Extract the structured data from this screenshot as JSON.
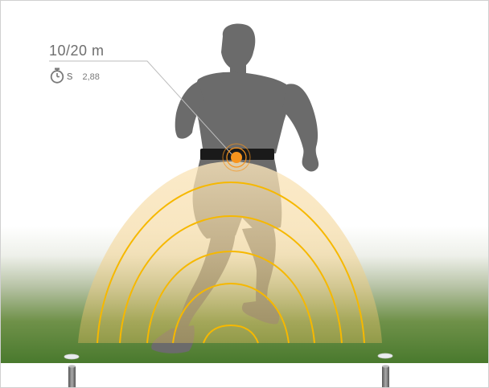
{
  "readout": {
    "distance": "10/20 m",
    "time_unit": "s",
    "time_value": "2,88"
  },
  "icons": {
    "timer": "stopwatch-icon",
    "sensor": "sensor-signal-icon"
  },
  "colors": {
    "sensor_orange": "#f7941d",
    "wave_gold": "#f6b800",
    "dome_fill": "#fbe3b2",
    "figure_gray": "#6b6b6b",
    "belt": "#1a1a1a",
    "grass_green": "#4a7a2e",
    "text_gray": "#6e6e6e"
  }
}
